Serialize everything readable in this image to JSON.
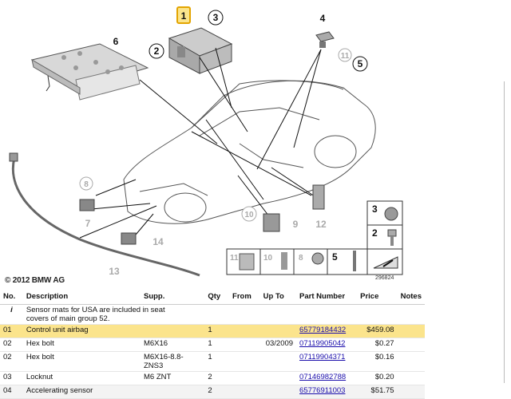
{
  "diagram": {
    "copyright": "© 2012 BMW AG",
    "ref_number": "296824",
    "callouts": [
      "1",
      "2",
      "3",
      "4",
      "5",
      "6",
      "7",
      "8",
      "9",
      "10",
      "11",
      "12",
      "13",
      "14"
    ],
    "legend_numbers": [
      "11",
      "10",
      "8",
      "5",
      "3",
      "2"
    ]
  },
  "table": {
    "headers": [
      "No.",
      "Description",
      "Supp.",
      "Qty",
      "From",
      "Up To",
      "Part Number",
      "Price",
      "Notes"
    ],
    "note": {
      "no": "i",
      "description": "Sensor mats for USA are included in seat covers of main group 52."
    },
    "rows": [
      {
        "no": "01",
        "description": "Control unit airbag",
        "supp": "",
        "qty": "1",
        "from": "",
        "upto": "",
        "part": "65779184432",
        "price": "$459.08",
        "notes": "",
        "highlight": true
      },
      {
        "no": "02",
        "description": "Hex bolt",
        "supp": "M6X16",
        "qty": "1",
        "from": "",
        "upto": "03/2009",
        "part": "07119905042",
        "price": "$0.27",
        "notes": ""
      },
      {
        "no": "02",
        "description": "Hex bolt",
        "supp": "M6X16-8.8-ZNS3",
        "qty": "1",
        "from": "",
        "upto": "",
        "part": "07119904371",
        "price": "$0.16",
        "notes": ""
      },
      {
        "no": "03",
        "description": "Locknut",
        "supp": "M6 ZNT",
        "qty": "2",
        "from": "",
        "upto": "",
        "part": "07146982788",
        "price": "$0.20",
        "notes": ""
      },
      {
        "no": "04",
        "description": "Accelerating sensor",
        "supp": "",
        "qty": "2",
        "from": "",
        "upto": "",
        "part": "65776911003",
        "price": "$51.75",
        "notes": ""
      }
    ]
  }
}
